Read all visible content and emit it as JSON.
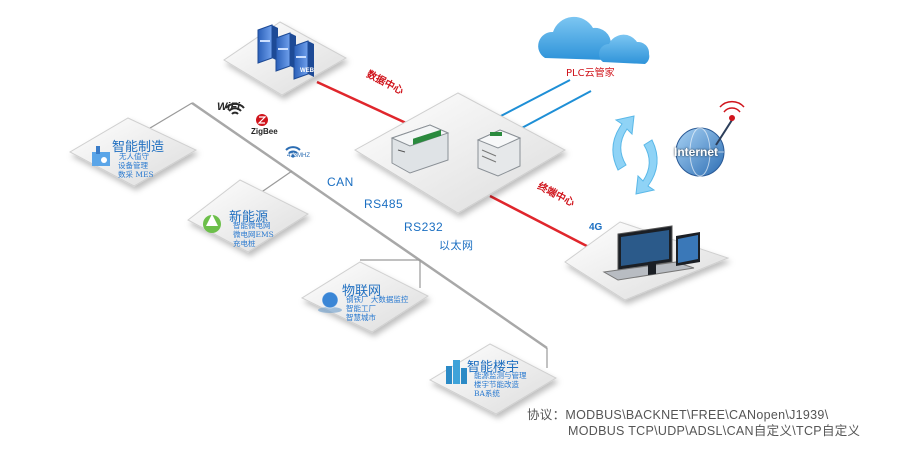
{
  "wireless": {
    "wifi": "WiFi",
    "zigbee": "ZigBee",
    "mhz": "433MHZ"
  },
  "buses": {
    "can": "CAN",
    "rs485": "RS485",
    "rs232": "RS232",
    "ethernet": "以太网"
  },
  "links": {
    "data_center": "数据中心",
    "terminal_center": "终端中心",
    "plc_cloud": "PLC云管家",
    "cellular": "4G",
    "internet": "Internet",
    "web_tag": "WEB"
  },
  "tiles": {
    "smart_manufacturing": {
      "title": "智能制造",
      "lines": [
        "无人值守",
        "设备管理",
        "数采 MES"
      ]
    },
    "new_energy": {
      "title": "新能源",
      "lines": [
        "智能微电网",
        "微电网EMS",
        "充电桩"
      ]
    },
    "iot": {
      "title": "物联网",
      "lines": [
        "钢铁厂 大数据监控",
        "智能工厂",
        "智慧城市"
      ]
    },
    "smart_building": {
      "title": "智能楼宇",
      "lines": [
        "能源监测与管理",
        "楼宇节能改造",
        "BA系统"
      ]
    }
  },
  "protocol": {
    "line1": "协议：MODBUS\\BACKNET\\FREE\\CANopen\\J1939\\",
    "line2": "MODBUS TCP\\UDP\\ADSL\\CAN自定义\\TCP自定义"
  },
  "colors": {
    "bus_line": "#a8a8a8",
    "red_link": "#e0262c",
    "blue_link": "#1e8fd6",
    "label_blue": "#1b6fc2",
    "label_red": "#d0141c"
  }
}
